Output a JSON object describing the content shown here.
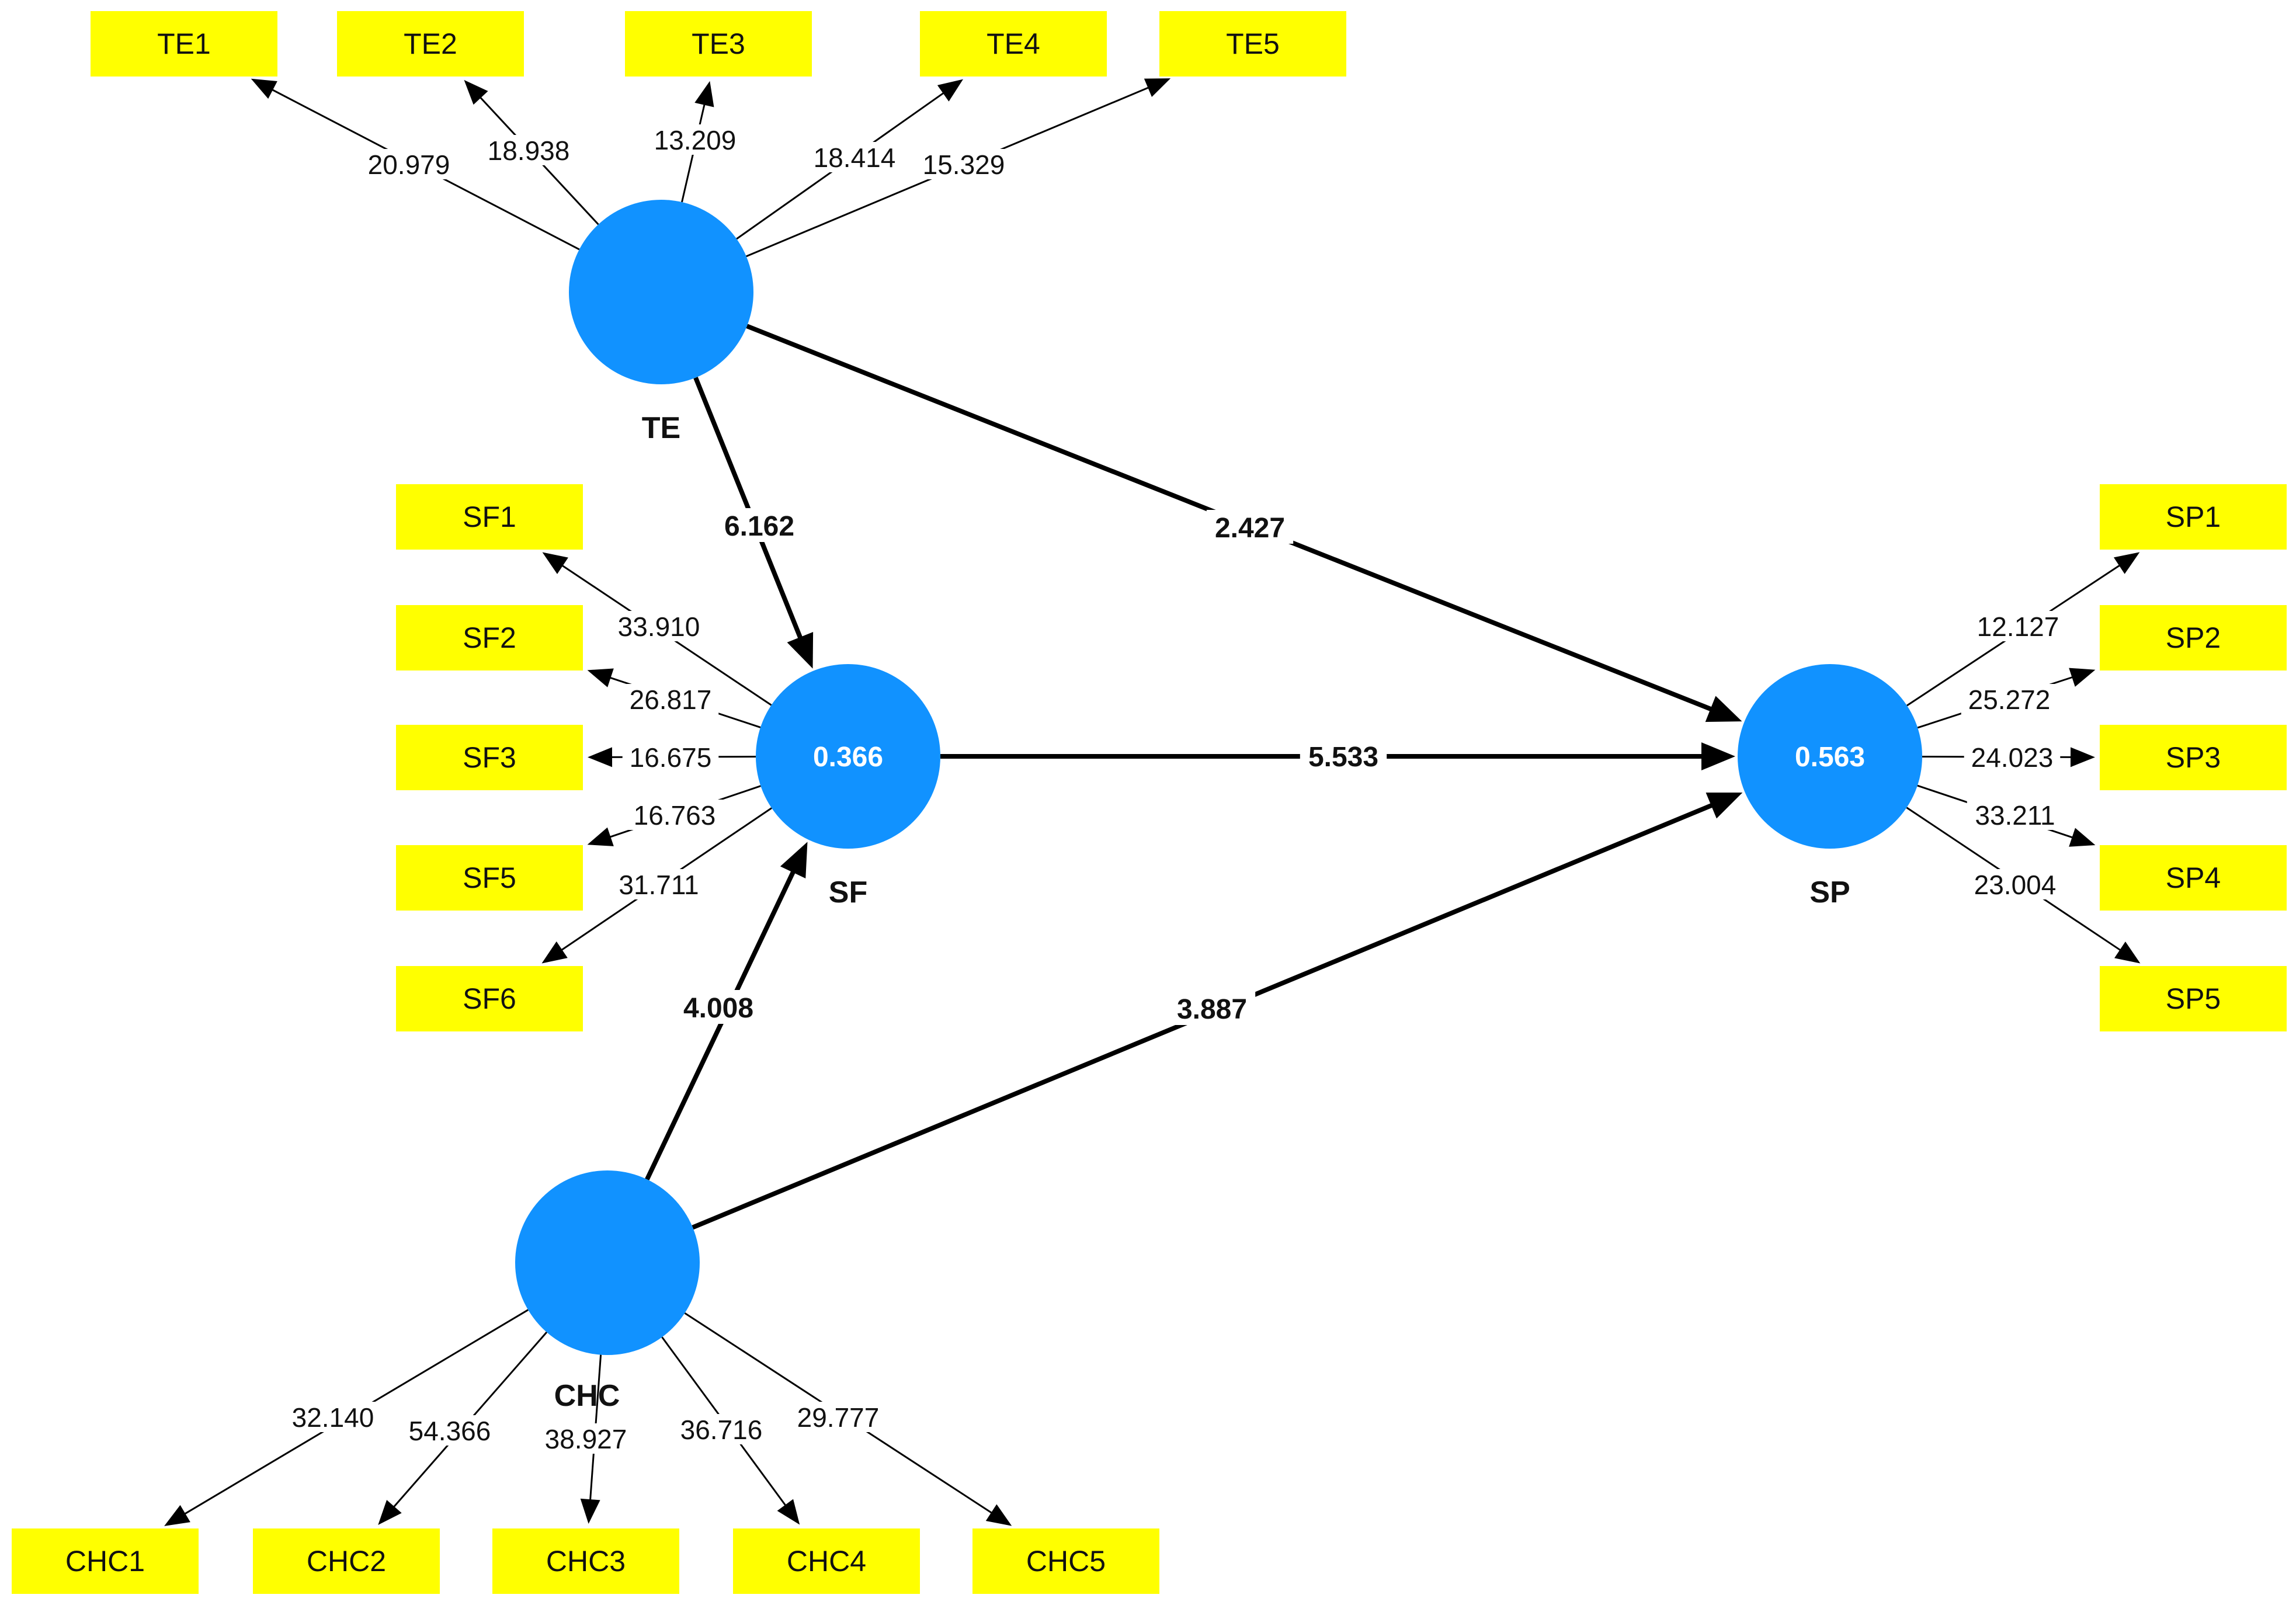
{
  "colors": {
    "latent_fill": "#1192FF",
    "indicator_fill": "#FFFF00",
    "edge": "#000000",
    "background": "#ffffff"
  },
  "latents": [
    {
      "id": "TE",
      "label": "TE",
      "value": ""
    },
    {
      "id": "SF",
      "label": "SF",
      "value": "0.366"
    },
    {
      "id": "SP",
      "label": "SP",
      "value": "0.563"
    },
    {
      "id": "CHC",
      "label": "CHC",
      "value": ""
    }
  ],
  "indicators": {
    "TE": [
      {
        "id": "TE1",
        "loading": "20.979"
      },
      {
        "id": "TE2",
        "loading": "18.938"
      },
      {
        "id": "TE3",
        "loading": "13.209"
      },
      {
        "id": "TE4",
        "loading": "18.414"
      },
      {
        "id": "TE5",
        "loading": "15.329"
      }
    ],
    "SF": [
      {
        "id": "SF1",
        "loading": "33.910"
      },
      {
        "id": "SF2",
        "loading": "26.817"
      },
      {
        "id": "SF3",
        "loading": "16.675"
      },
      {
        "id": "SF5",
        "loading": "16.763"
      },
      {
        "id": "SF6",
        "loading": "31.711"
      }
    ],
    "SP": [
      {
        "id": "SP1",
        "loading": "12.127"
      },
      {
        "id": "SP2",
        "loading": "25.272"
      },
      {
        "id": "SP3",
        "loading": "24.023"
      },
      {
        "id": "SP4",
        "loading": "33.211"
      },
      {
        "id": "SP5",
        "loading": "23.004"
      }
    ],
    "CHC": [
      {
        "id": "CHC1",
        "loading": "32.140"
      },
      {
        "id": "CHC2",
        "loading": "54.366"
      },
      {
        "id": "CHC3",
        "loading": "38.927"
      },
      {
        "id": "CHC4",
        "loading": "36.716"
      },
      {
        "id": "CHC5",
        "loading": "29.777"
      }
    ]
  },
  "paths": [
    {
      "from": "TE",
      "to": "SF",
      "coefficient": "6.162"
    },
    {
      "from": "TE",
      "to": "SP",
      "coefficient": "2.427"
    },
    {
      "from": "SF",
      "to": "SP",
      "coefficient": "5.533"
    },
    {
      "from": "CHC",
      "to": "SF",
      "coefficient": "4.008"
    },
    {
      "from": "CHC",
      "to": "SP",
      "coefficient": "3.887"
    }
  ]
}
